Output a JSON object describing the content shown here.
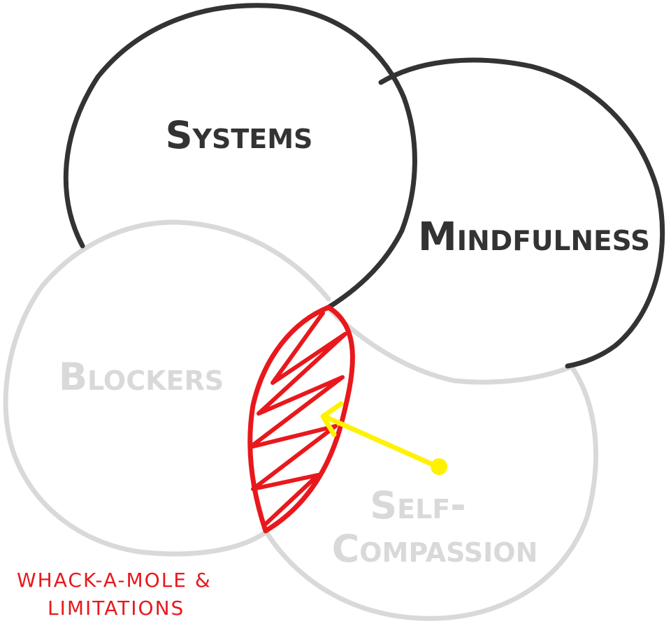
{
  "diagram": {
    "type": "venn",
    "circles": [
      {
        "id": "systems",
        "label": "Systems",
        "style": "active"
      },
      {
        "id": "mindfulness",
        "label": "Mindfulness",
        "style": "active"
      },
      {
        "id": "blockers",
        "label": "Blockers",
        "style": "faded"
      },
      {
        "id": "self_compassion",
        "label_line1": "Self-",
        "label_line2": "Compassion",
        "style": "faded"
      }
    ],
    "highlight": {
      "between": [
        "blockers",
        "self_compassion"
      ],
      "fill": "hatched",
      "label_line1": "WHACK-A-MOLE &",
      "label_line2": "LIMITATIONS"
    },
    "pointer": {
      "from": "self_compassion",
      "to": "highlight"
    }
  },
  "colors": {
    "dark_stroke": "#333333",
    "faded_stroke": "#d9d9d9",
    "highlight": "#e8181c",
    "pointer": "#fff200"
  }
}
